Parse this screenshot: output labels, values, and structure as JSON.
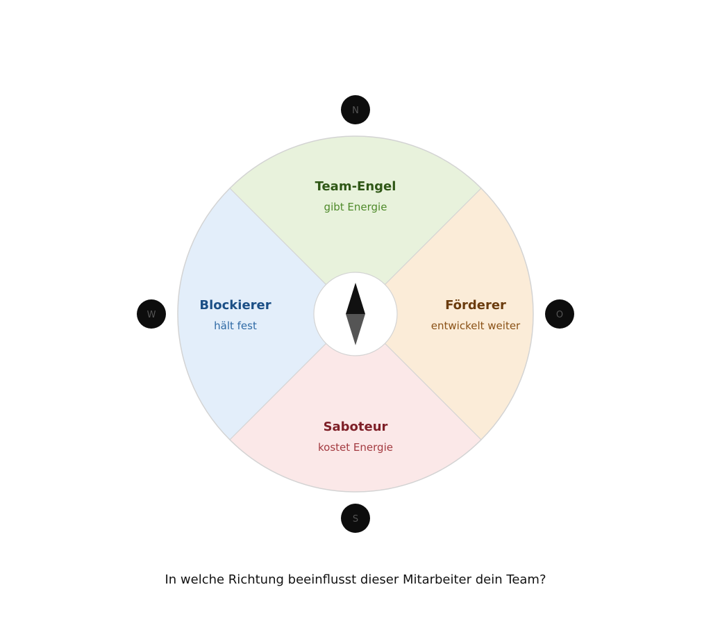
{
  "colors": {
    "north_fill": "#e8f2dc",
    "north_title": "#2f5716",
    "north_sub": "#4e8a2a",
    "east_fill": "#fbecd8",
    "east_title": "#6b3c0e",
    "east_sub": "#8a5116",
    "south_fill": "#fbe8e8",
    "south_title": "#7e1f27",
    "south_sub": "#a33a40",
    "west_fill": "#e3eefa",
    "west_title": "#1b4f86",
    "west_sub": "#2f6aa5",
    "ring_stroke": "#d3d3d3",
    "badge_fill": "#0d0d0d",
    "badge_text": "#555555",
    "needle_north": "#111111",
    "needle_south": "#555555"
  },
  "segments": {
    "north": {
      "title": "Team-Engel",
      "subtitle": "gibt Energie"
    },
    "east": {
      "title": "Förderer",
      "subtitle": "entwickelt weiter"
    },
    "south": {
      "title": "Saboteur",
      "subtitle": "kostet Energie"
    },
    "west": {
      "title": "Blockierer",
      "subtitle": "hält fest"
    }
  },
  "directions": {
    "north": "N",
    "east": "O",
    "south": "S",
    "west": "W"
  },
  "center_icon": "compass-needle-icon",
  "question": "In welche Richtung beeinflusst dieser Mitarbeiter dein Team?"
}
